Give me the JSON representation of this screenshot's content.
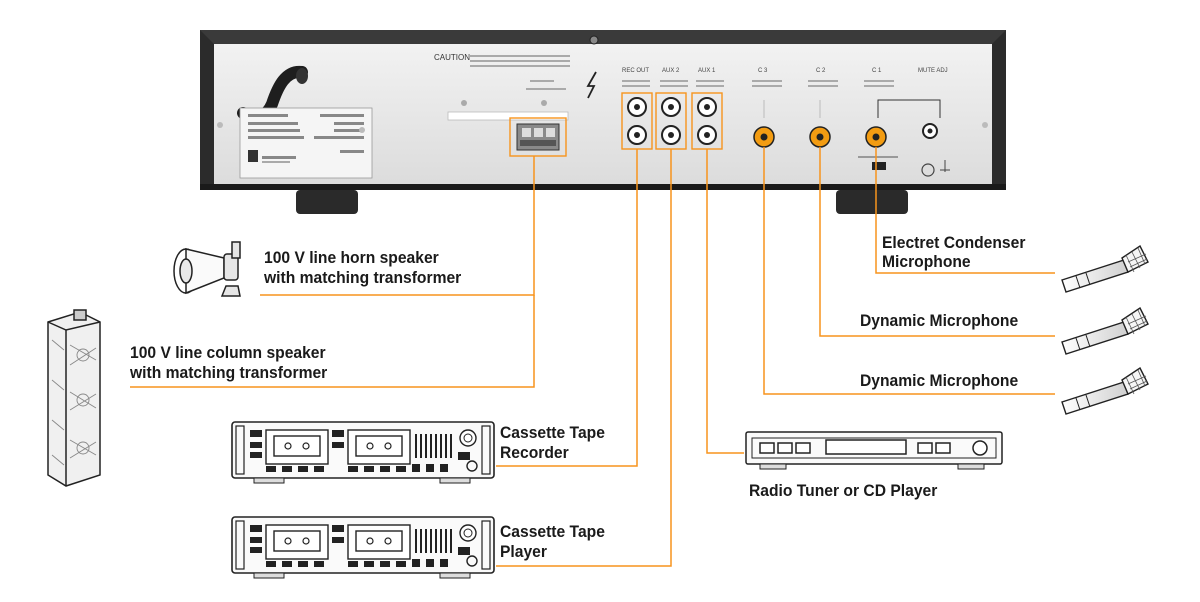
{
  "colors": {
    "accent": "#f7941d",
    "jack": "#f39c12",
    "panel": "#e9e9e9",
    "frame": "#2b2b2b"
  },
  "amplifier": {
    "caution_label": "CAUTION",
    "section_labels": [
      "REC OUT",
      "AUX 2",
      "AUX 1",
      "C 3",
      "C 2",
      "C 1",
      "MUTE ADJ"
    ]
  },
  "labels": {
    "horn_speaker": [
      "100 V line horn speaker",
      "with matching transformer"
    ],
    "column_speaker": [
      "100 V line column speaker",
      "with matching transformer"
    ],
    "cassette_recorder": [
      "Cassette Tape",
      "Recorder"
    ],
    "cassette_player": [
      "Cassette Tape",
      "Player"
    ],
    "radio_tuner": "Radio Tuner or CD Player",
    "electret_mic": [
      "Electret Condenser",
      "Microphone"
    ],
    "dynamic_mic_1": "Dynamic Microphone",
    "dynamic_mic_2": "Dynamic Microphone"
  },
  "icons": [
    "horn-speaker-icon",
    "column-speaker-icon",
    "cassette-deck-icon",
    "tuner-icon",
    "microphone-icon"
  ]
}
